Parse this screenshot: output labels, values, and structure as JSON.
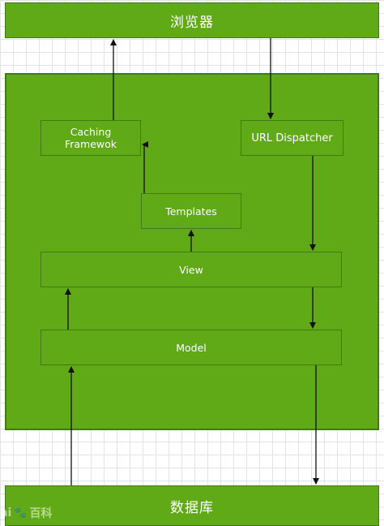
{
  "nodes": {
    "browser": "浏览器",
    "database": "数据库",
    "caching_line1": "Caching",
    "caching_line2": "Framewok",
    "url_dispatcher": "URL Dispatcher",
    "templates": "Templates",
    "view": "View",
    "model": "Model"
  },
  "watermark": {
    "left_text": "ai",
    "right_text": "百科"
  },
  "colors": {
    "fill": "#60a917",
    "border": "#3f7a12",
    "arrow": "#111111"
  }
}
